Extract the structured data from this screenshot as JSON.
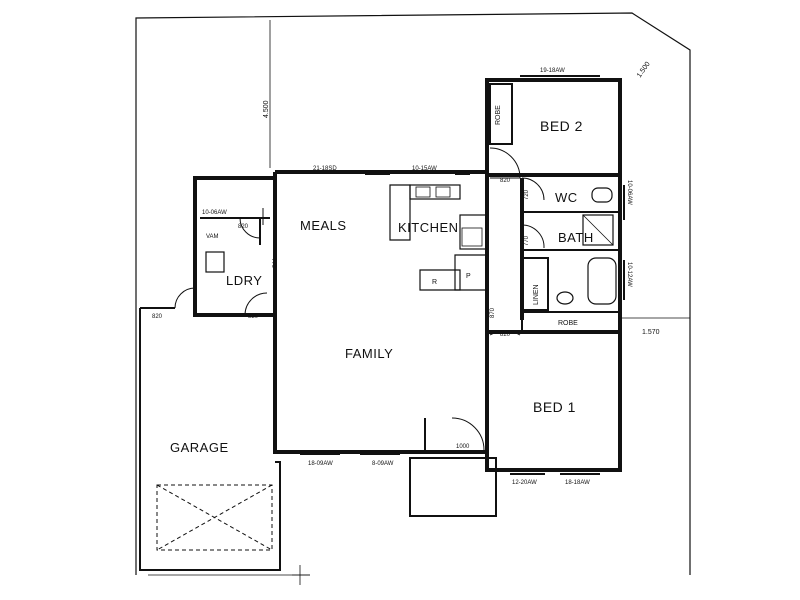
{
  "rooms": {
    "bed2": "BED 2",
    "robe_bed2": "ROBE",
    "wc": "WC",
    "bath": "BATH",
    "linen": "LINEN",
    "robe_bed1": "ROBE",
    "bed1": "BED 1",
    "meals": "MEALS",
    "kitchen": "KITCHEN",
    "family": "FAMILY",
    "ldry": "LDRY",
    "vam": "VAM",
    "garage": "GARAGE"
  },
  "fixtures": {
    "refrigerator": "R",
    "pantry": "P"
  },
  "windows": {
    "bed2_top": "19-18AW",
    "meals_sd": "21-18SD",
    "kitchen_aw": "10-15AW",
    "ldry_aw": "10-06AW",
    "wc_aw": "10-06AW",
    "bath_aw": "10-12AW",
    "family_aw1": "18-09AW",
    "family_aw2": "8-09AW",
    "bed1_aw1": "12-20AW",
    "bed1_aw2": "18-18AW"
  },
  "doors": {
    "ldry": "820",
    "garage": "820",
    "ldry_bottom": "820",
    "bed2": "820",
    "wc": "720",
    "bath": "770",
    "hall": "870",
    "bed1": "820",
    "front": "1000",
    "ldry_side": "770"
  },
  "dimensions": {
    "setback_side": "4.500",
    "setback_corner": "1.500",
    "setback_right": "1.570"
  }
}
